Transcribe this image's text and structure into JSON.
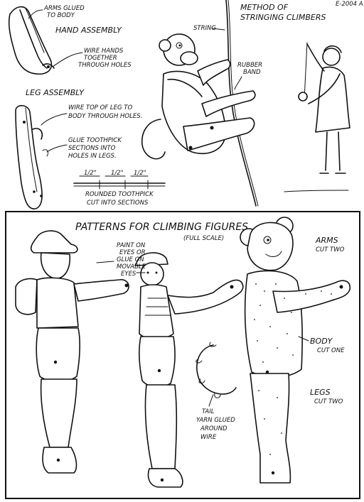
{
  "page_code": "E-2004 A",
  "top": {
    "hand_assembly": {
      "title": "HAND ASSEMBLY",
      "note_arms": [
        "ARMS GLUED",
        "TO BODY"
      ],
      "note_wire": [
        "WIRE HANDS",
        "TOGETHER",
        "THROUGH HOLES"
      ]
    },
    "leg_assembly": {
      "title": "LEG ASSEMBLY",
      "note_wire": [
        "WIRE TOP OF LEG TO",
        "BODY THROUGH HOLES."
      ],
      "note_glue": [
        "GLUE TOOTHPICK",
        "SECTIONS INTO",
        "HOLES IN LEGS."
      ],
      "toothpick_dims": [
        "1/2\"",
        "1/2\"",
        "1/2\""
      ],
      "note_toothpick": [
        "ROUNDED TOOTHPICK",
        "CUT INTO SECTIONS"
      ]
    },
    "stringing": {
      "title": [
        "METHOD OF",
        "STRINGING CLIMBERS"
      ],
      "string_label": "STRING",
      "band_label": [
        "RUBBER",
        "BAND"
      ]
    }
  },
  "patterns": {
    "title": "PATTERNS FOR CLIMBING FIGURES",
    "subtitle": "(FULL SCALE)",
    "eyes_note": [
      "PAINT ON",
      "EYES OR",
      "GLUE ON",
      "MOVABLE",
      "EYES"
    ],
    "arms_label": "ARMS",
    "arms_cut": "CUT TWO",
    "body_label": "BODY",
    "body_cut": "CUT ONE",
    "legs_label": "LEGS",
    "legs_cut": "CUT TWO",
    "tail_note": [
      "TAIL",
      "YARN GLUED",
      "AROUND",
      "WIRE"
    ]
  }
}
